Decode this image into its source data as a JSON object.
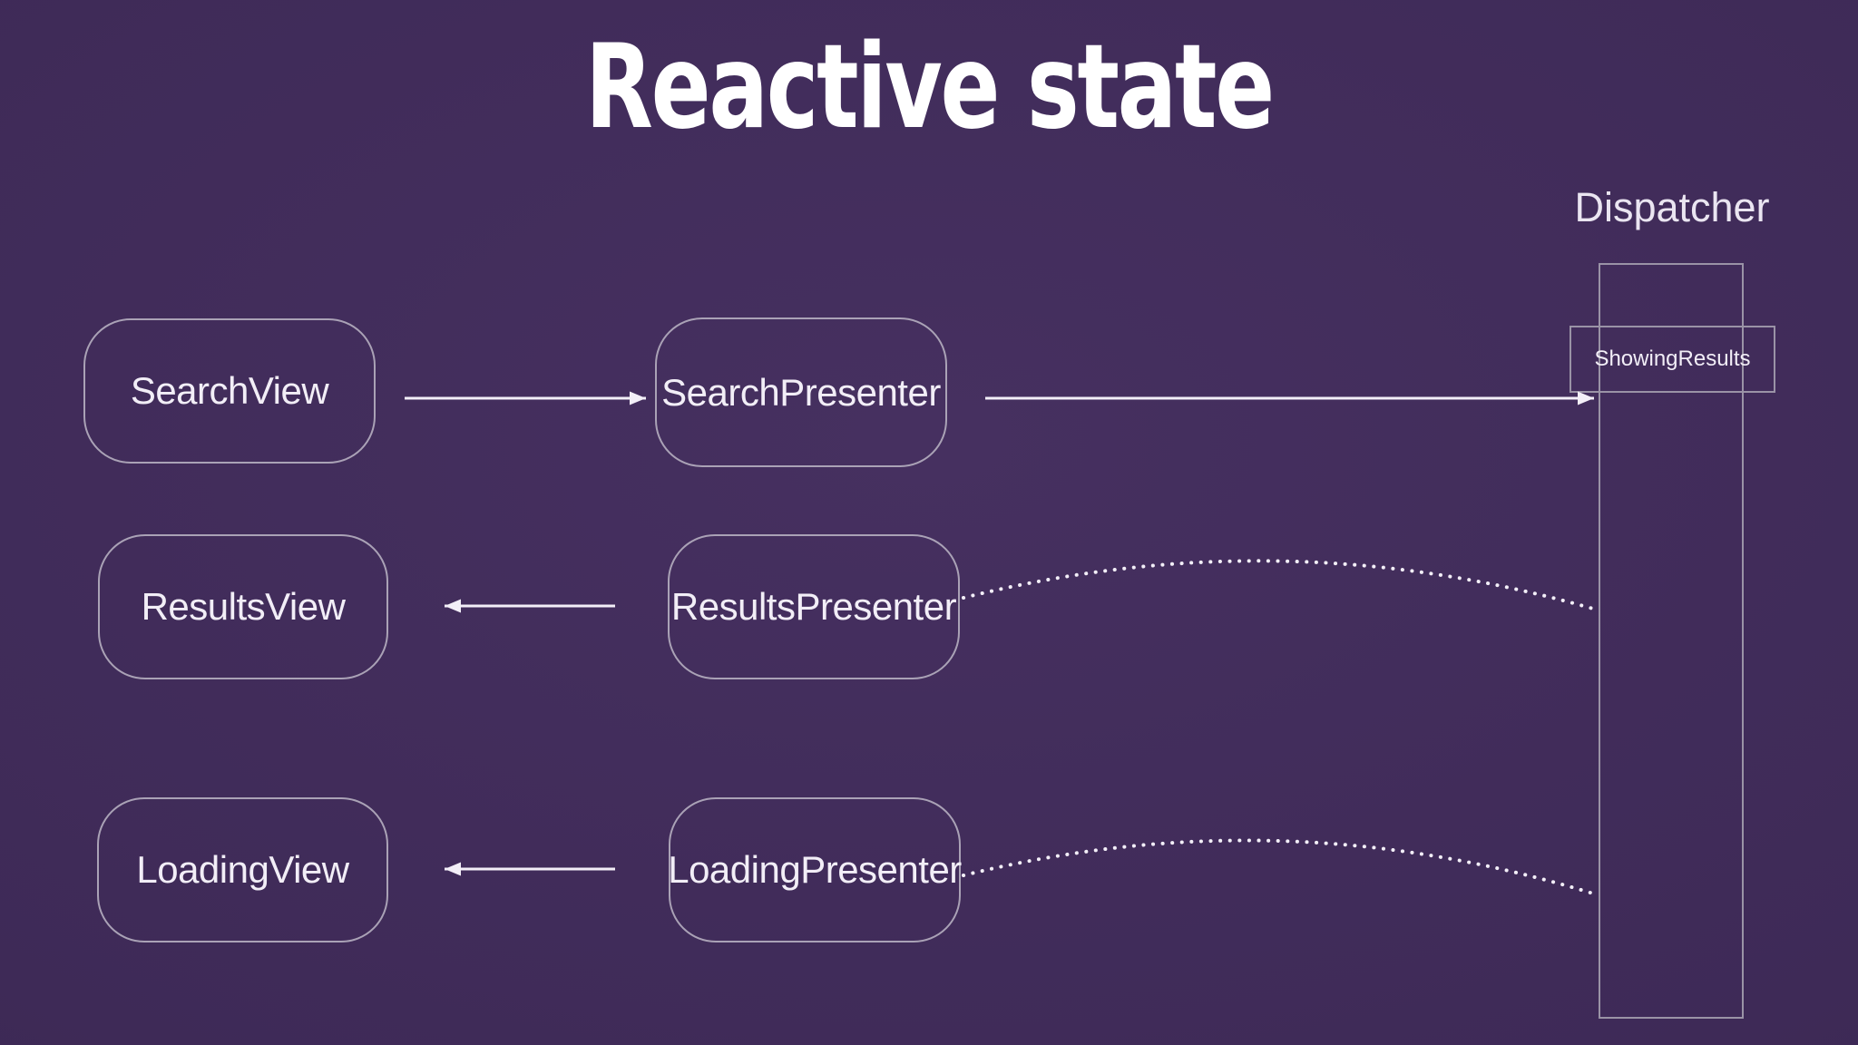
{
  "title": "Reactive state",
  "diagram": {
    "nodes": {
      "search_view": {
        "label": "SearchView"
      },
      "search_presenter": {
        "label": "SearchPresenter"
      },
      "results_view": {
        "label": "ResultsView"
      },
      "results_presenter": {
        "label": "ResultsPresenter"
      },
      "loading_view": {
        "label": "LoadingView"
      },
      "loading_presenter": {
        "label": "LoadingPresenter"
      }
    },
    "dispatcher": {
      "label": "Dispatcher",
      "state": {
        "label": "ShowingResults"
      }
    },
    "edges": [
      {
        "from": "SearchView",
        "to": "SearchPresenter",
        "style": "solid-arrow"
      },
      {
        "from": "SearchPresenter",
        "to": "Dispatcher",
        "style": "solid-arrow"
      },
      {
        "from": "ResultsPresenter",
        "to": "ResultsView",
        "style": "solid-arrow"
      },
      {
        "from": "LoadingPresenter",
        "to": "LoadingView",
        "style": "solid-arrow"
      },
      {
        "from": "ResultsPresenter",
        "to": "Dispatcher",
        "style": "dotted-curve"
      },
      {
        "from": "LoadingPresenter",
        "to": "Dispatcher",
        "style": "dotted-curve"
      }
    ]
  },
  "colors": {
    "background": "#3e2a57",
    "title_text": "#ffffff",
    "node_border": "#aaa2b6",
    "node_text": "#f2eef7",
    "dispatcher_border": "#9a93a6",
    "arrow": "#f3eff8"
  }
}
